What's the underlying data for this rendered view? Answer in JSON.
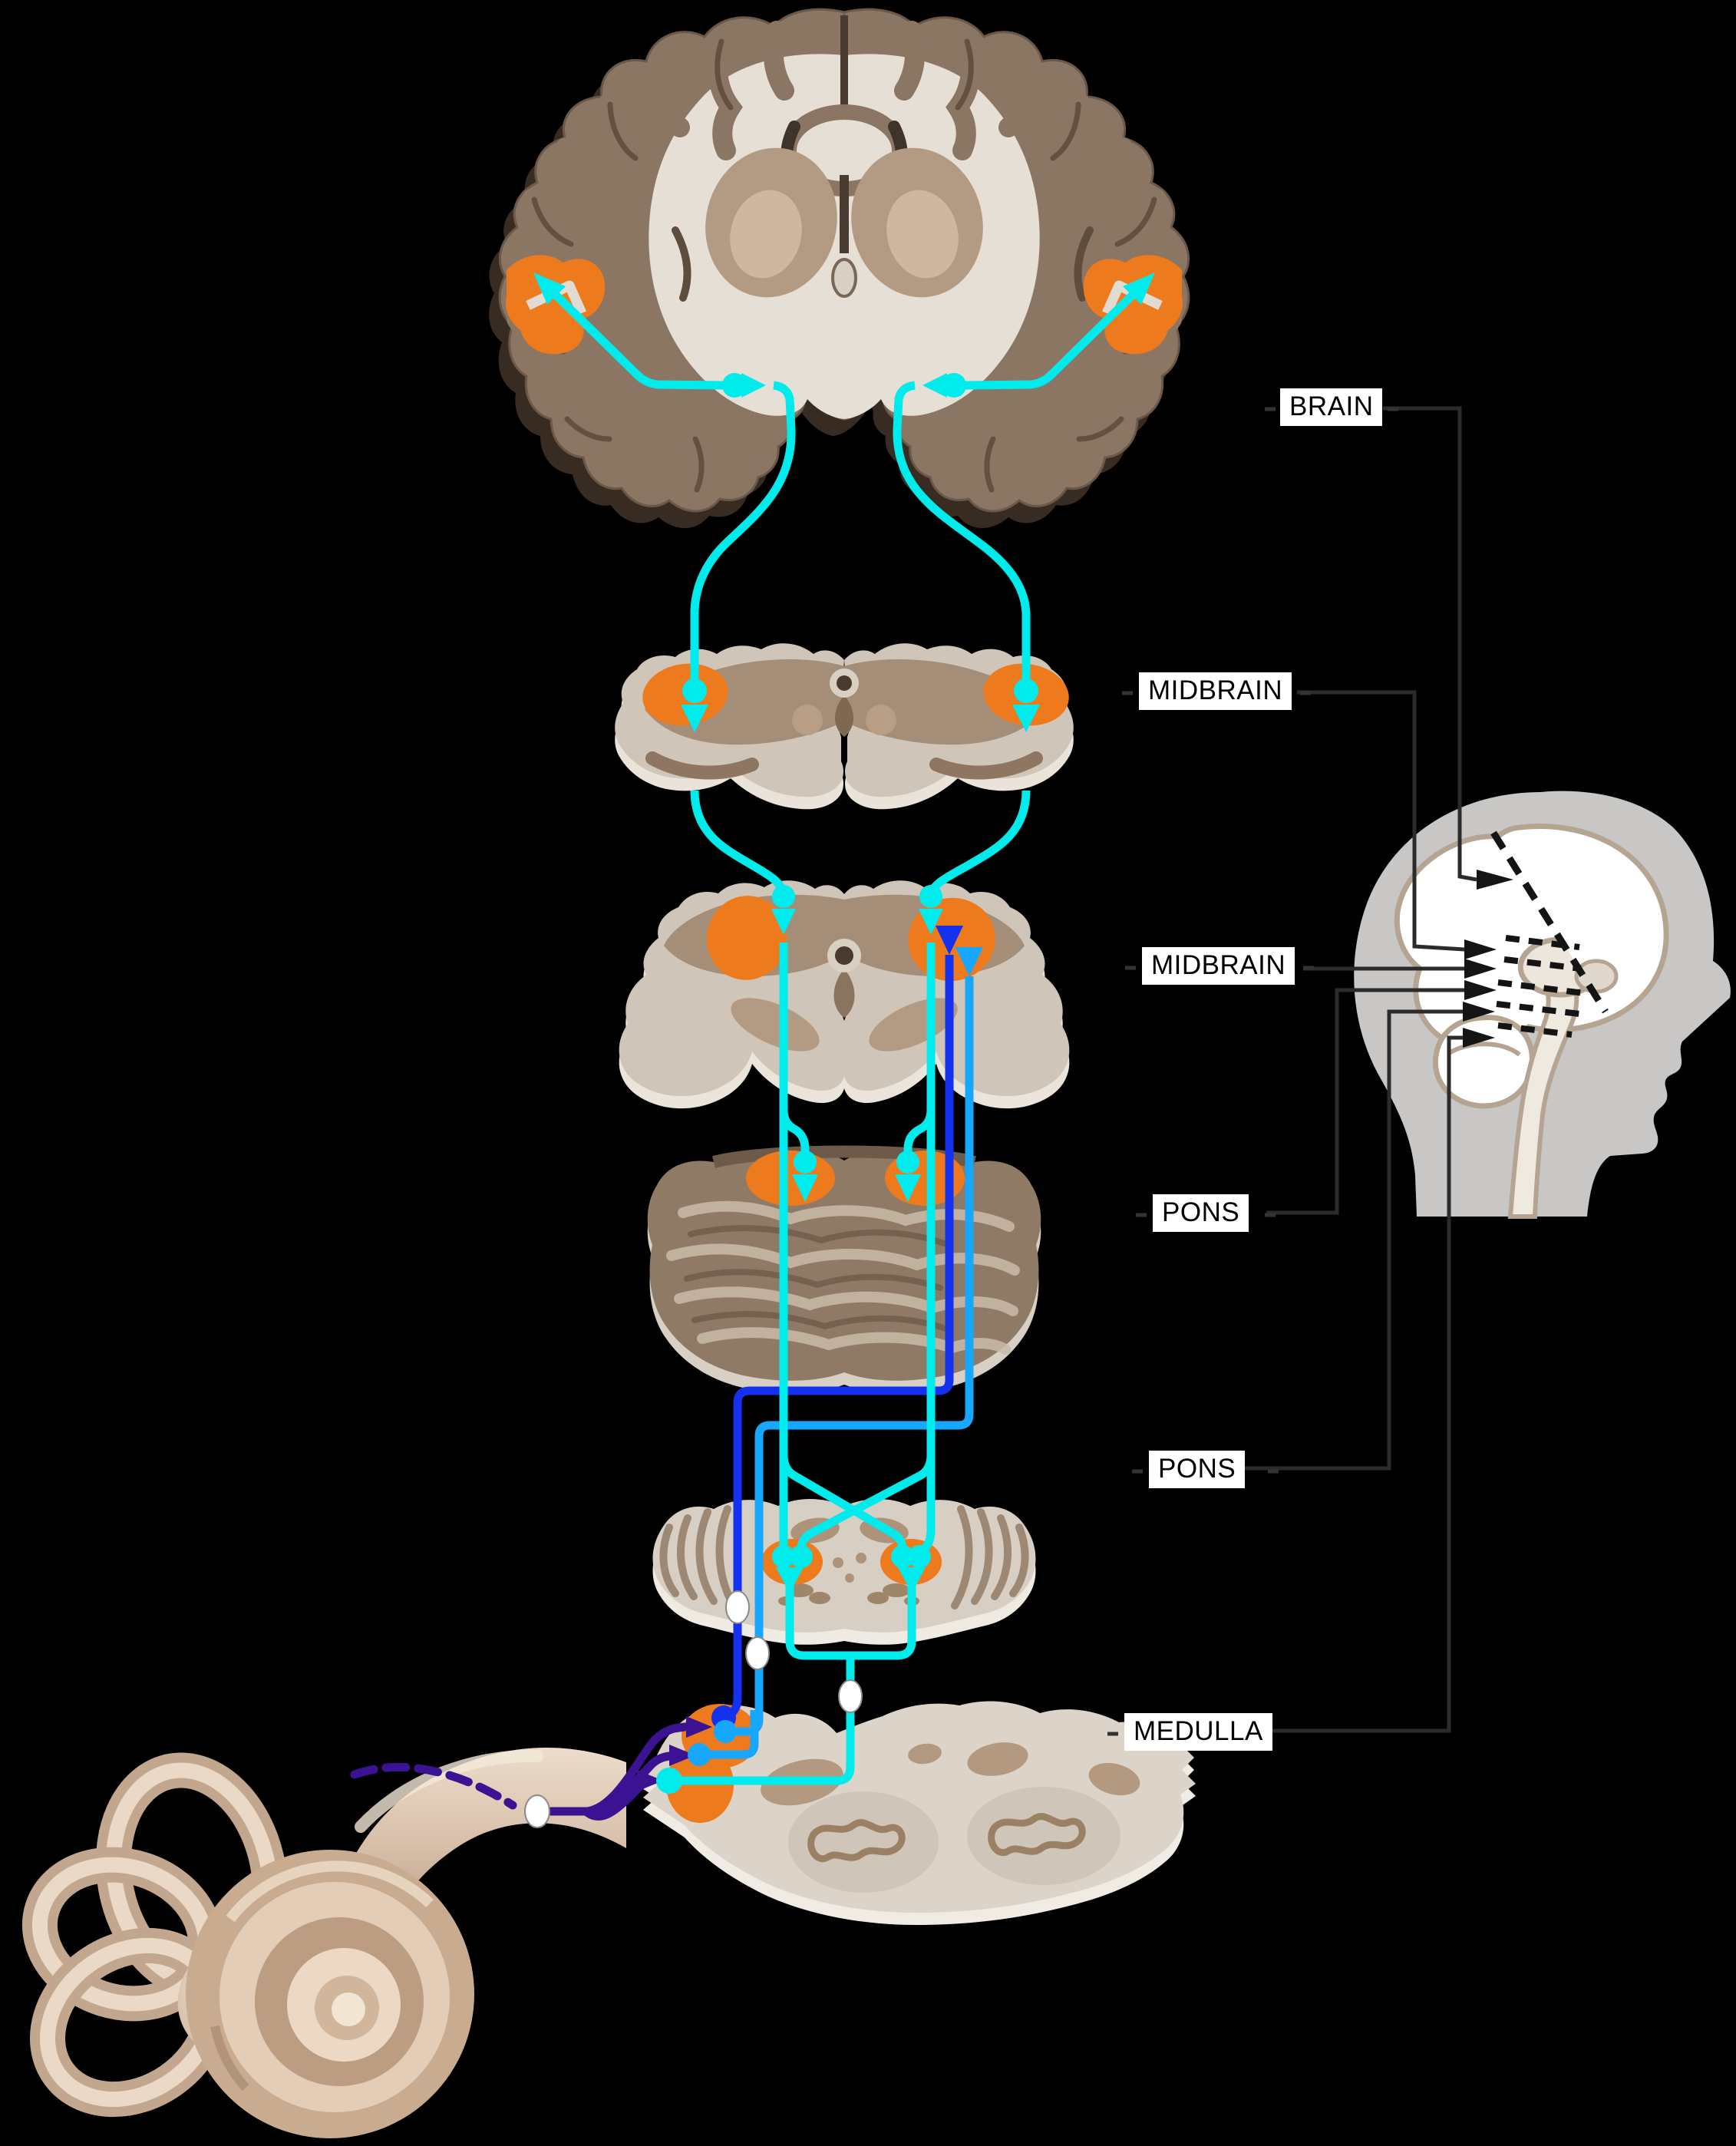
{
  "figure": {
    "background": "#000000",
    "description_labels": [
      "BRAIN",
      "MIDBRAIN",
      "MIDBRAIN",
      "PONS",
      "PONS",
      "MEDULLA"
    ]
  },
  "labels": [
    {
      "id": "brain",
      "text": "BRAIN"
    },
    {
      "id": "midbrain-upper",
      "text": "MIDBRAIN"
    },
    {
      "id": "midbrain-lower",
      "text": "MIDBRAIN"
    },
    {
      "id": "pons-upper",
      "text": "PONS"
    },
    {
      "id": "pons-lower",
      "text": "PONS"
    },
    {
      "id": "medulla",
      "text": "MEDULLA"
    }
  ],
  "colors": {
    "pathway_cyan": "#00ECEC",
    "pathway_sky_blue": "#17A7FF",
    "pathway_blue": "#1531F0",
    "nerve_violet": "#3A1292",
    "highlight_orange": "#EE7A1E",
    "tissue_light": "#DCD4C9",
    "tissue_tan": "#B29B82",
    "tissue_brown": "#8B7563",
    "pons_brown": "#8F7A66",
    "head_gray": "#C8C7C5",
    "inset_line_black": "#141414",
    "node_white": "#FFFFFF"
  },
  "icons": {
    "synapse_dot": "filled circle terminal",
    "synapse_arrow": "triangle terminal",
    "node_ellipse": "white relay node",
    "section_arrow": "black right arrow",
    "cut_line": "black dashed line"
  }
}
